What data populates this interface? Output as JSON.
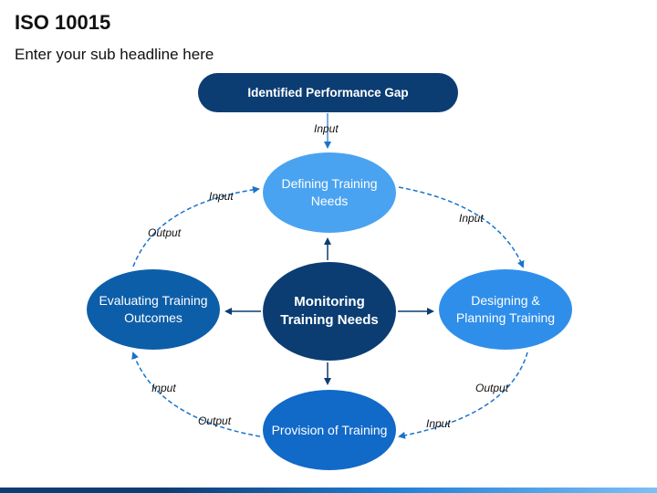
{
  "title": "ISO 10015",
  "subtitle": "Enter your sub headline here",
  "top_box": "Identified Performance Gap",
  "nodes": {
    "top": "Defining Training Needs",
    "left": "Evaluating Training Outcomes",
    "center": "Monitoring Training Needs",
    "right": "Designing & Planning Training",
    "bottom": "Provision of Training"
  },
  "labels": {
    "input_top": "Input",
    "input_upper_left": "Input",
    "output_upper_left": "Output",
    "input_upper_right": "Input",
    "output_lower_right": "Output",
    "input_lower_right": "Input",
    "input_lower_left": "Input",
    "output_lower_left": "Output"
  },
  "colors": {
    "navy": "#0b3d73",
    "light_blue": "#4aa3f0",
    "medium_blue": "#2f8eea",
    "dark_blue": "#0d5ea9",
    "arrow_blue": "#1a74c9"
  }
}
